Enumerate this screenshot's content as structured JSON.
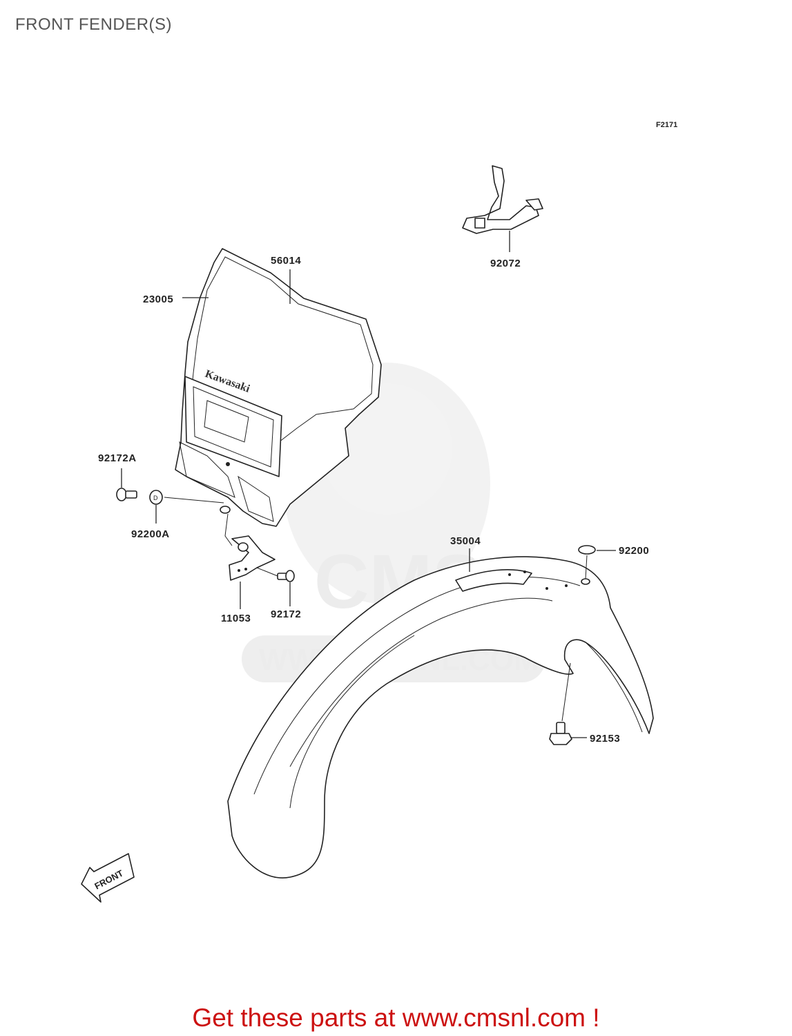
{
  "title": "FRONT FENDER(S)",
  "diagram_code": "F2171",
  "parts": [
    {
      "id": "56014"
    },
    {
      "id": "23005"
    },
    {
      "id": "92072"
    },
    {
      "id": "92172A"
    },
    {
      "id": "92200A"
    },
    {
      "id": "11053"
    },
    {
      "id": "92172"
    },
    {
      "id": "35004"
    },
    {
      "id": "92200"
    },
    {
      "id": "92153"
    }
  ],
  "brand_text": "Kawasaki",
  "front_arrow": "FRONT",
  "watermark": {
    "logo": "CMS",
    "url": "WWW.CMSNL.COM"
  },
  "footer": "Get these parts at www.cmsnl.com !",
  "colors": {
    "footer": "#cc1111",
    "title": "#555555",
    "lines": "#222222"
  }
}
